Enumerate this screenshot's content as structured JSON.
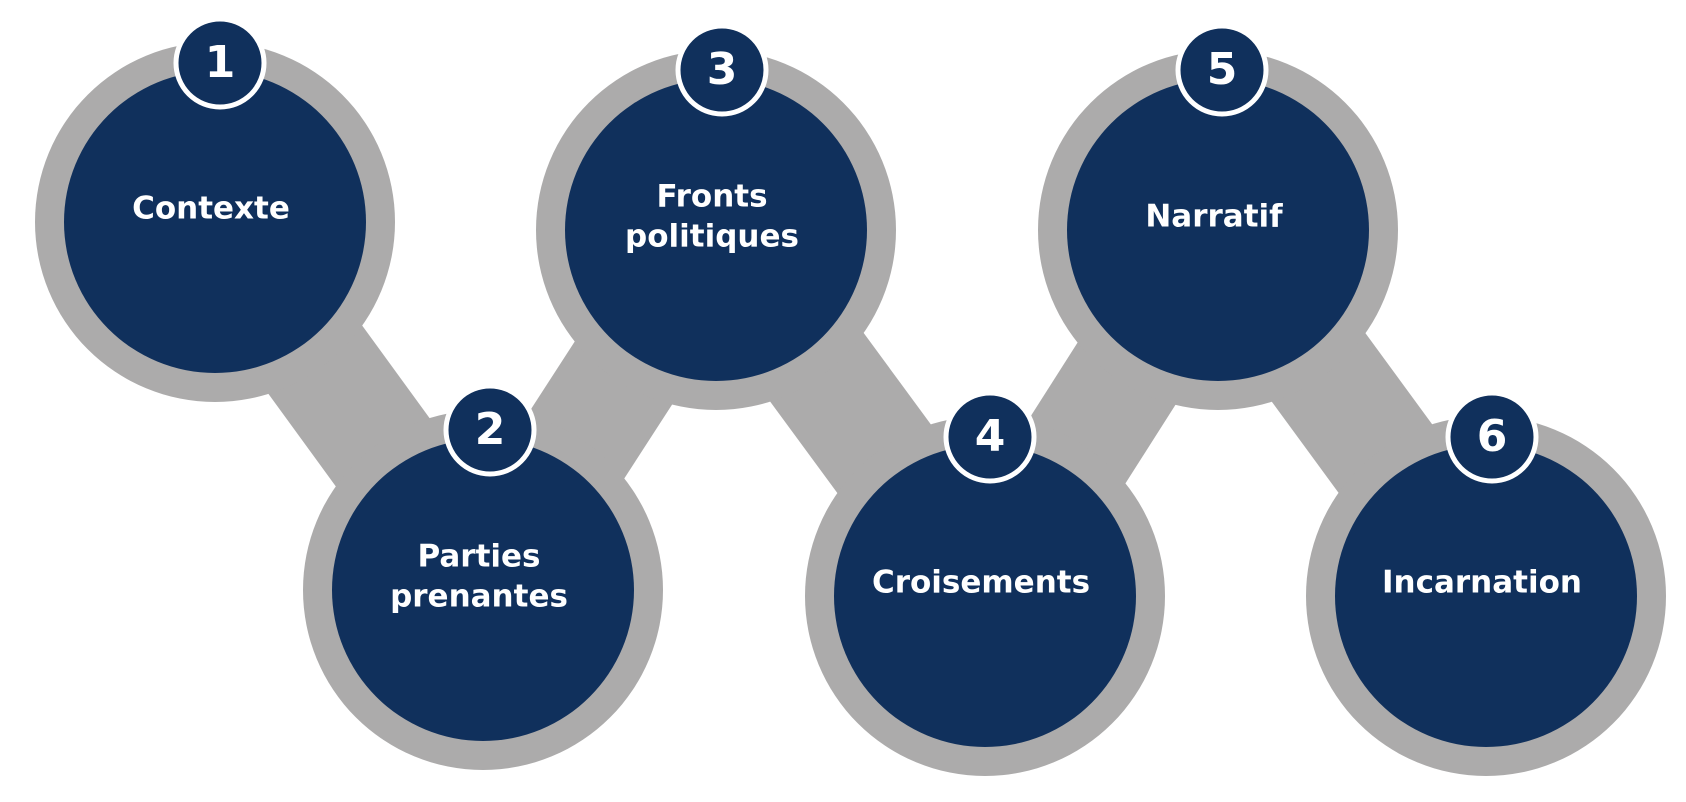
{
  "colors": {
    "navy": "#10305c",
    "gray": "#acabab",
    "white": "#ffffff",
    "background": "#ffffff"
  },
  "steps": [
    {
      "number": "1",
      "lines": [
        "Contexte"
      ]
    },
    {
      "number": "2",
      "lines": [
        "Parties",
        "prenantes"
      ]
    },
    {
      "number": "3",
      "lines": [
        "Fronts",
        "politiques"
      ]
    },
    {
      "number": "4",
      "lines": [
        "Croisements"
      ]
    },
    {
      "number": "5",
      "lines": [
        "Narratif"
      ]
    },
    {
      "number": "6",
      "lines": [
        "Incarnation"
      ]
    }
  ]
}
